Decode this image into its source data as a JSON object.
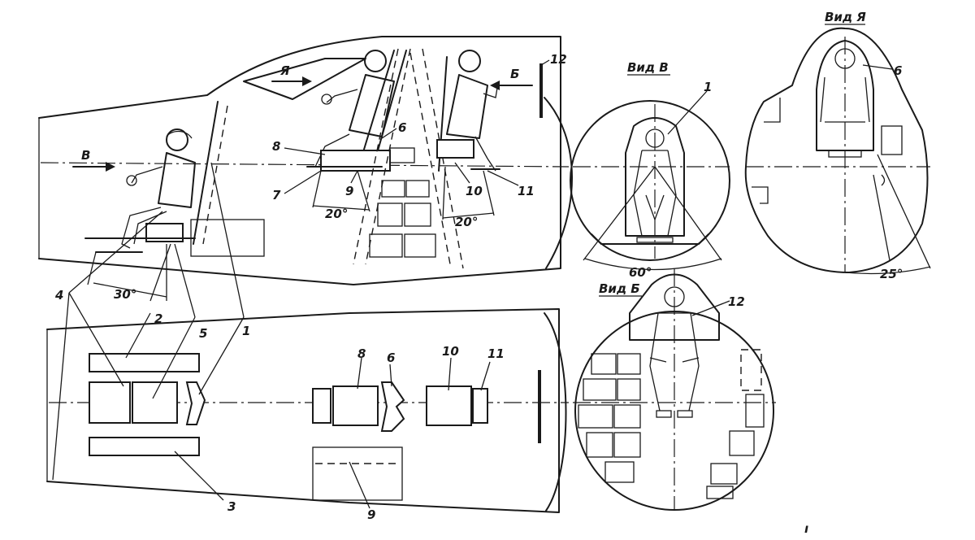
{
  "views": {
    "view_v": "Вид В",
    "view_ya": "Вид Я",
    "view_b": "Вид Б"
  },
  "arrows": {
    "ya": "Я",
    "b": "Б",
    "v": "В"
  },
  "callouts": {
    "n1": "1",
    "n2": "2",
    "n3": "3",
    "n4": "4",
    "n5": "5",
    "n6": "6",
    "n7": "7",
    "n8": "8",
    "n9": "9",
    "n10": "10",
    "n11": "11",
    "n12": "12"
  },
  "angles": {
    "a30": "30°",
    "a20_left": "20°",
    "a20_right": "20°",
    "a60": "60°",
    "a25": "25°"
  },
  "mark": "ı"
}
